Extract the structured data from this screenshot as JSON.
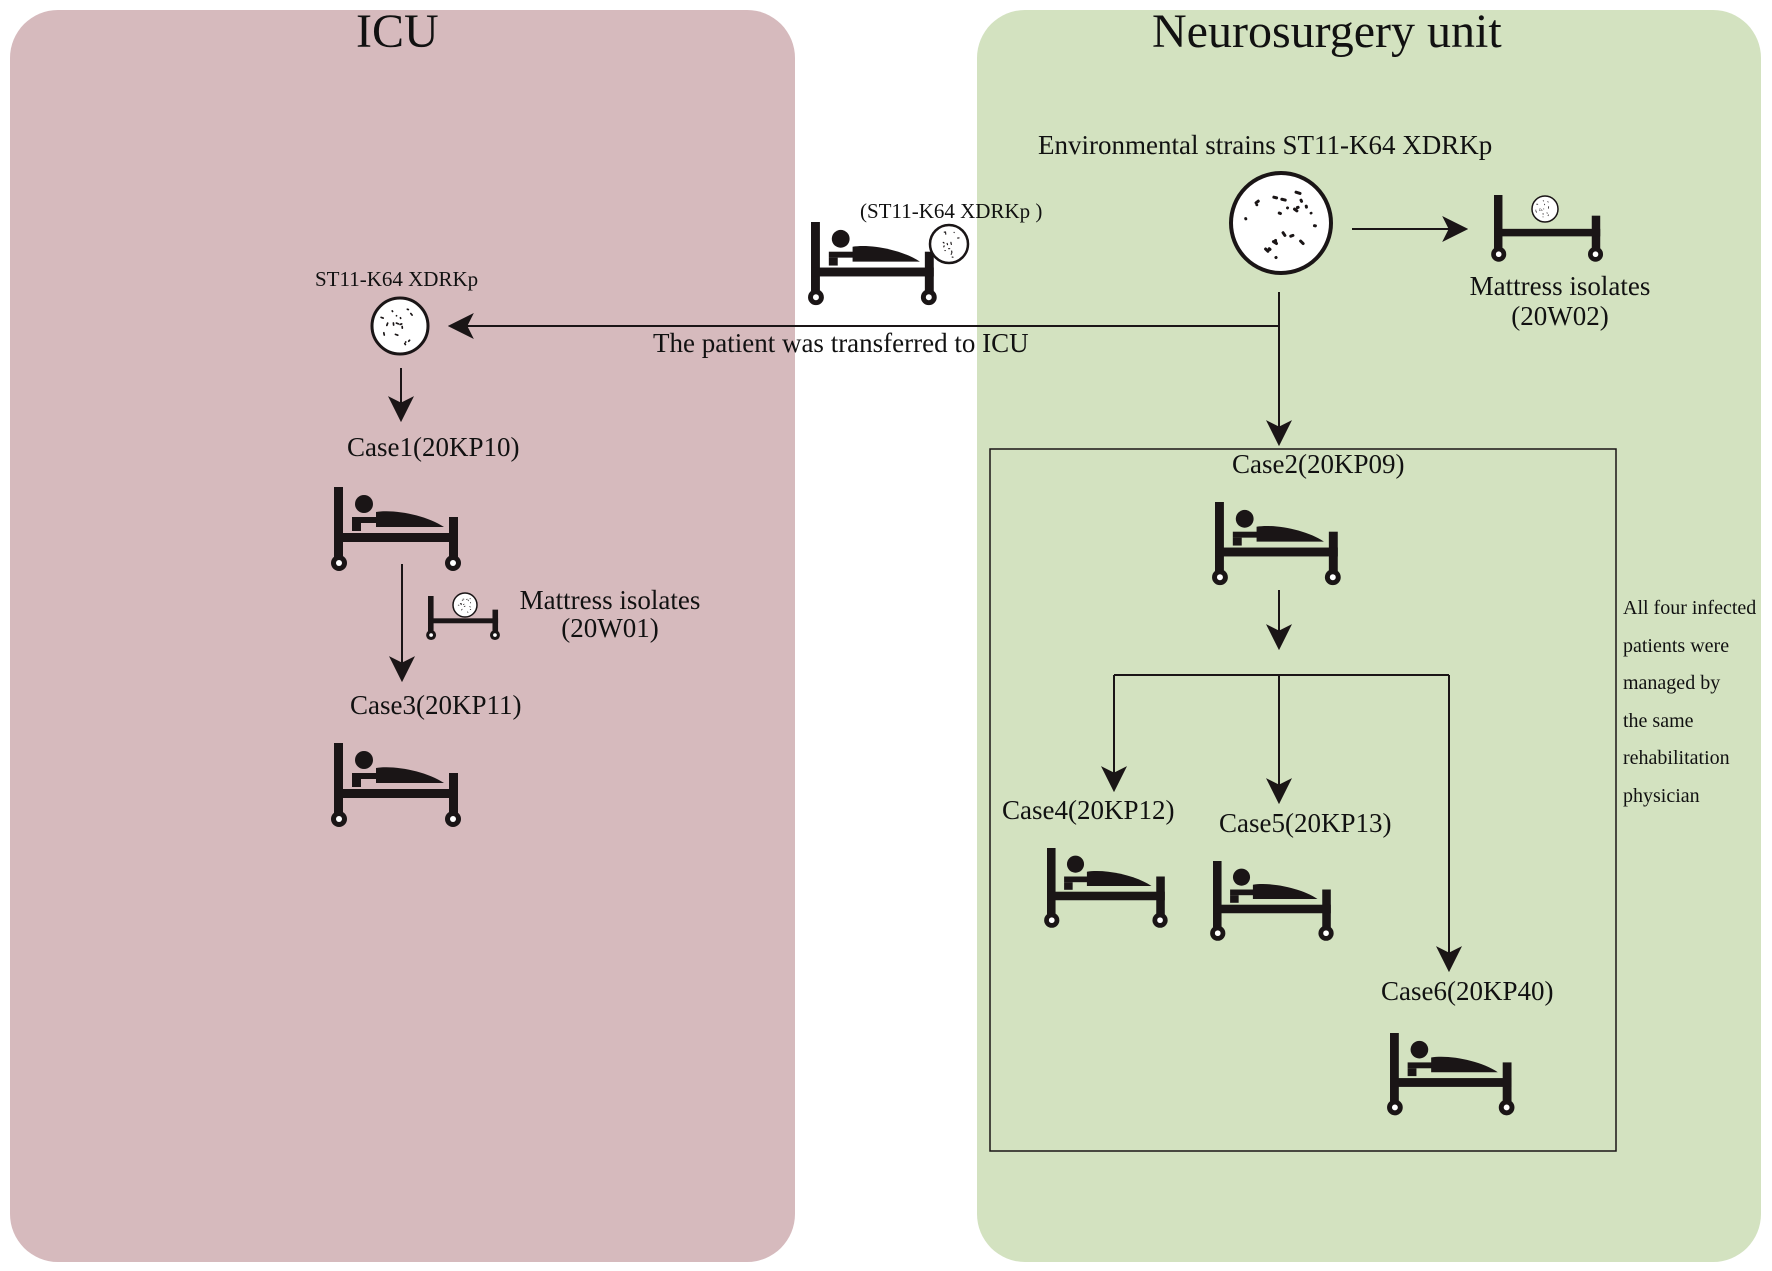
{
  "colors": {
    "icu_panel": "#d6babd",
    "neuro_panel": "#d3e2c0",
    "ink": "#1a1516"
  },
  "icu": {
    "title": "ICU",
    "strain_label": "ST11-K64 XDRKp",
    "case1": "Case1(20KP10)",
    "mattress_label": "Mattress isolates",
    "mattress_code": "(20W01)",
    "case3": "Case3(20KP11)"
  },
  "transfer": {
    "strain_label": "(ST11-K64 XDRKp )",
    "label": "The patient was transferred to ICU"
  },
  "neuro": {
    "title": "Neurosurgery unit",
    "env_label": "Environmental strains ST11-K64 XDRKp",
    "mattress_label": "Mattress isolates",
    "mattress_code": "(20W02)",
    "case2": "Case2(20KP09)",
    "case4": "Case4(20KP12)",
    "case5": "Case5(20KP13)",
    "case6": "Case6(20KP40)",
    "note_lines": [
      "All four infected",
      "patients were",
      "managed by",
      "the same",
      "rehabilitation",
      "physician"
    ]
  },
  "icons": [
    "patient-bed-icon",
    "empty-bed-icon",
    "petri-dish-icon",
    "arrow-icon"
  ]
}
